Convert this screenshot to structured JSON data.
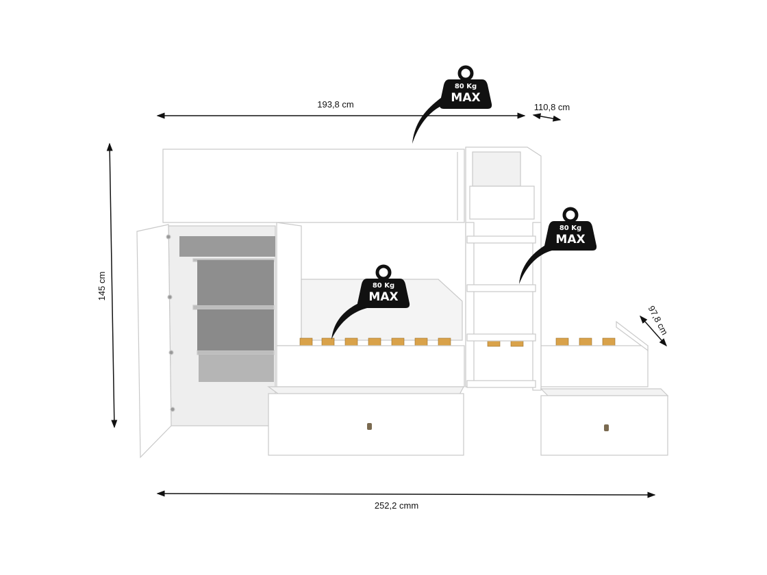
{
  "dimensions": {
    "upper_length": "193,8 cm",
    "upper_depth": "110,8 cm",
    "height": "145 cm",
    "lower_depth": "97,8 cm",
    "total_length": "252,2 cmm"
  },
  "weight_badges": [
    {
      "weight": "80 Kg",
      "label": "MAX"
    },
    {
      "weight": "80 Kg",
      "label": "MAX"
    },
    {
      "weight": "80 Kg",
      "label": "MAX"
    }
  ],
  "colors": {
    "panel": "#ffffff",
    "outline": "#c9c9c9",
    "shadow": "#bdbdbd",
    "slat": "#d9a24a",
    "badge": "#111111"
  }
}
